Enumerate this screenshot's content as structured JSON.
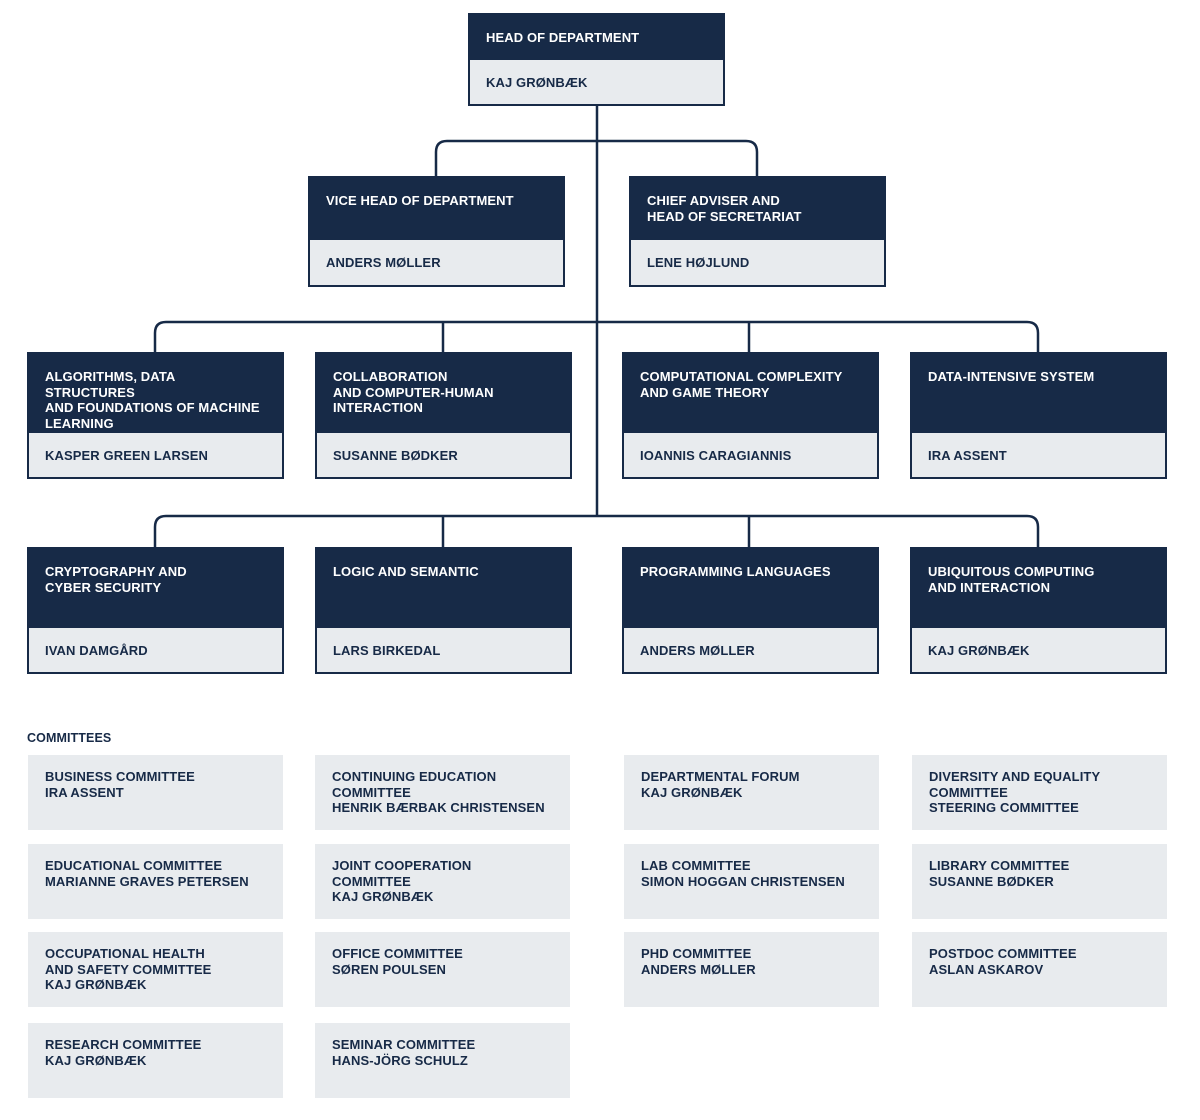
{
  "top": {
    "title": "HEAD OF DEPARTMENT",
    "person": "KAJ GRØNBÆK"
  },
  "management": [
    {
      "title": "VICE HEAD OF DEPARTMENT",
      "person": "ANDERS MØLLER"
    },
    {
      "title": "CHIEF ADVISER AND\nHEAD OF SECRETARIAT",
      "person": "LENE HØJLUND"
    }
  ],
  "groups_row1": [
    {
      "title": "ALGORITHMS, DATA STRUCTURES\nAND FOUNDATIONS OF MACHINE\nLEARNING",
      "person": "KASPER GREEN LARSEN"
    },
    {
      "title": "COLLABORATION\nAND COMPUTER-HUMAN\nINTERACTION",
      "person": "SUSANNE BØDKER"
    },
    {
      "title": "COMPUTATIONAL COMPLEXITY\nAND GAME THEORY",
      "person": "IOANNIS CARAGIANNIS"
    },
    {
      "title": "DATA-INTENSIVE SYSTEM",
      "person": "IRA ASSENT"
    }
  ],
  "groups_row2": [
    {
      "title": "CRYPTOGRAPHY AND\nCYBER SECURITY",
      "person": "IVAN DAMGÅRD"
    },
    {
      "title": "LOGIC AND SEMANTIC",
      "person": "LARS BIRKEDAL"
    },
    {
      "title": "PROGRAMMING LANGUAGES",
      "person": "ANDERS MØLLER"
    },
    {
      "title": "UBIQUITOUS COMPUTING\nAND INTERACTION",
      "person": "KAJ GRØNBÆK"
    }
  ],
  "committees_title": "COMMITTEES",
  "committees": [
    {
      "name": "BUSINESS COMMITTEE",
      "chair": "IRA ASSENT"
    },
    {
      "name": "CONTINUING EDUCATION\nCOMMITTEE",
      "chair": "HENRIK BÆRBAK CHRISTENSEN"
    },
    {
      "name": "DEPARTMENTAL FORUM",
      "chair": "KAJ GRØNBÆK"
    },
    {
      "name": "DIVERSITY AND EQUALITY\nCOMMITTEE",
      "chair": "STEERING COMMITTEE"
    },
    {
      "name": "EDUCATIONAL COMMITTEE",
      "chair": "MARIANNE GRAVES PETERSEN"
    },
    {
      "name": "JOINT COOPERATION COMMITTEE",
      "chair": "KAJ GRØNBÆK"
    },
    {
      "name": "LAB COMMITTEE",
      "chair": "SIMON HOGGAN CHRISTENSEN"
    },
    {
      "name": "LIBRARY COMMITTEE",
      "chair": "SUSANNE BØDKER"
    },
    {
      "name": "OCCUPATIONAL HEALTH\nAND SAFETY COMMITTEE",
      "chair": "KAJ GRØNBÆK"
    },
    {
      "name": "OFFICE COMMITTEE",
      "chair": "SØREN POULSEN"
    },
    {
      "name": "PHD COMMITTEE",
      "chair": "ANDERS MØLLER"
    },
    {
      "name": "POSTDOC COMMITTEE",
      "chair": "ASLAN ASKAROV"
    },
    {
      "name": "RESEARCH COMMITTEE",
      "chair": "KAJ GRØNBÆK"
    },
    {
      "name": "SEMINAR COMMITTEE",
      "chair": "HANS-JÖRG SCHULZ"
    }
  ],
  "colors": {
    "navy": "#172a47",
    "light": "#e8ebee"
  }
}
